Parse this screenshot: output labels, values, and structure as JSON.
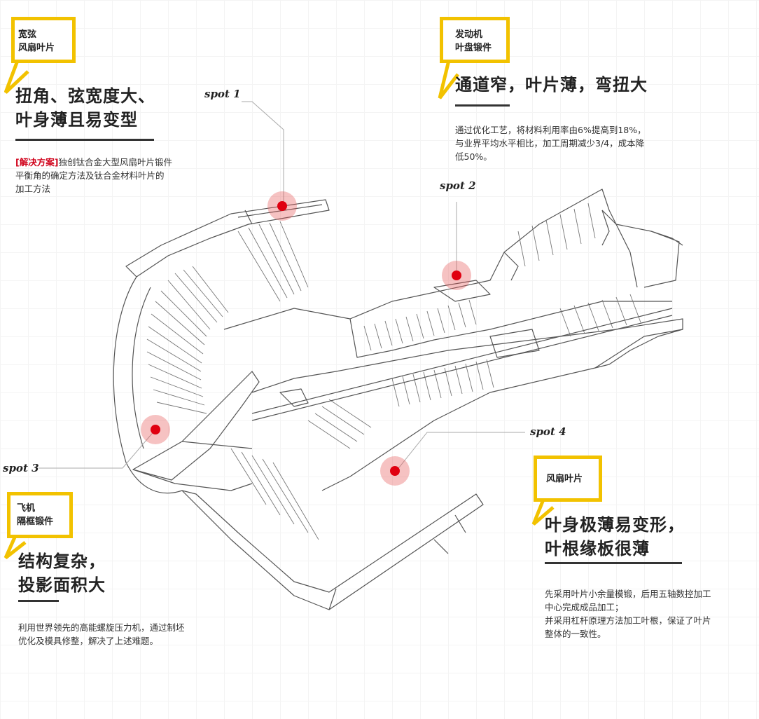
{
  "callouts": [
    {
      "id": "fan-blade-wide",
      "tag_lines": [
        "宽弦",
        "风扇叶片"
      ],
      "heading_lines": [
        "扭角、弦宽度大、",
        "叶身薄且易变型"
      ],
      "solution_label": "[解决方案]",
      "body_lines": [
        "独创钛合金大型风扇叶片锻件",
        "平衡角的确定方法及钛合金材料叶片的",
        "加工方法"
      ]
    },
    {
      "id": "engine-disk",
      "tag_lines": [
        "发动机",
        "叶盘锻件"
      ],
      "heading_lines": [
        "通道窄，叶片薄，弯扭大"
      ],
      "body_lines": [
        "通过优化工艺，将材料利用率由6%提高到18%，",
        "与业界平均水平相比，加工周期减少3/4，成本降",
        "低50%。"
      ]
    },
    {
      "id": "aircraft-frame",
      "tag_lines": [
        "飞机",
        "隔框锻件"
      ],
      "heading_lines": [
        "结构复杂，",
        "投影面积大"
      ],
      "body_lines": [
        "利用世界领先的高能螺旋压力机，通过制坯",
        "优化及模具修整，解决了上述难题。"
      ]
    },
    {
      "id": "fan-blade",
      "tag_lines": [
        "风扇叶片"
      ],
      "heading_lines": [
        "叶身极薄易变形，",
        "叶根缘板很薄"
      ],
      "body_lines": [
        "先采用叶片小余量模锻，后用五轴数控加工",
        "中心完成成品加工；",
        "并采用杠杆原理方法加工叶根，保证了叶片",
        "整体的一致性。"
      ]
    }
  ],
  "spots": [
    {
      "label": "spot 1"
    },
    {
      "label": "spot 2"
    },
    {
      "label": "spot 3"
    },
    {
      "label": "spot 4"
    }
  ],
  "colors": {
    "tag_border": "#f2c200",
    "spot_core": "#e00010",
    "spot_halo": "#e65050",
    "accent_text": "#d0021b"
  }
}
